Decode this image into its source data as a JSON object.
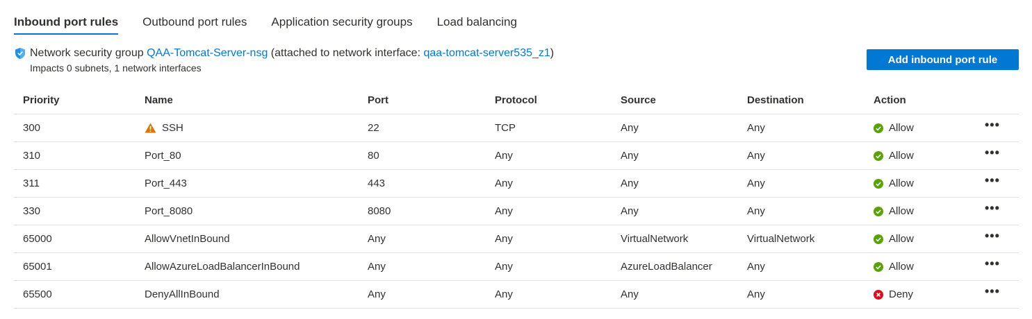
{
  "tabs": [
    {
      "label": "Inbound port rules",
      "active": true
    },
    {
      "label": "Outbound port rules",
      "active": false
    },
    {
      "label": "Application security groups",
      "active": false
    },
    {
      "label": "Load balancing",
      "active": false
    }
  ],
  "nsg": {
    "prefix": "Network security group",
    "name": "QAA-Tomcat-Server-nsg",
    "attached_prefix": "(attached to network interface:",
    "interface": "qaa-tomcat-server535_z1",
    "attached_suffix": ")",
    "impacts": "Impacts 0 subnets, 1 network interfaces"
  },
  "add_button_label": "Add inbound port rule",
  "table": {
    "headers": {
      "priority": "Priority",
      "name": "Name",
      "port": "Port",
      "protocol": "Protocol",
      "source": "Source",
      "destination": "Destination",
      "action": "Action"
    },
    "rows": [
      {
        "priority": "300",
        "name": "SSH",
        "warning": true,
        "port": "22",
        "protocol": "TCP",
        "source": "Any",
        "destination": "Any",
        "action": "Allow"
      },
      {
        "priority": "310",
        "name": "Port_80",
        "warning": false,
        "port": "80",
        "protocol": "Any",
        "source": "Any",
        "destination": "Any",
        "action": "Allow"
      },
      {
        "priority": "311",
        "name": "Port_443",
        "warning": false,
        "port": "443",
        "protocol": "Any",
        "source": "Any",
        "destination": "Any",
        "action": "Allow"
      },
      {
        "priority": "330",
        "name": "Port_8080",
        "warning": false,
        "port": "8080",
        "protocol": "Any",
        "source": "Any",
        "destination": "Any",
        "action": "Allow"
      },
      {
        "priority": "65000",
        "name": "AllowVnetInBound",
        "warning": false,
        "port": "Any",
        "protocol": "Any",
        "source": "VirtualNetwork",
        "destination": "VirtualNetwork",
        "action": "Allow"
      },
      {
        "priority": "65001",
        "name": "AllowAzureLoadBalancerInBound",
        "warning": false,
        "port": "Any",
        "protocol": "Any",
        "source": "AzureLoadBalancer",
        "destination": "Any",
        "action": "Allow"
      },
      {
        "priority": "65500",
        "name": "DenyAllInBound",
        "warning": false,
        "port": "Any",
        "protocol": "Any",
        "source": "Any",
        "destination": "Any",
        "action": "Deny"
      }
    ]
  },
  "more_label": "•••",
  "icons": {
    "shield": "shield-icon",
    "warning": "warning-icon",
    "allow": "allow-check-icon",
    "deny": "deny-x-icon",
    "more": "more-actions-icon"
  },
  "colors": {
    "accent": "#0078d4",
    "allow": "#57a300",
    "deny": "#e00b1c",
    "warning": "#db7500"
  }
}
